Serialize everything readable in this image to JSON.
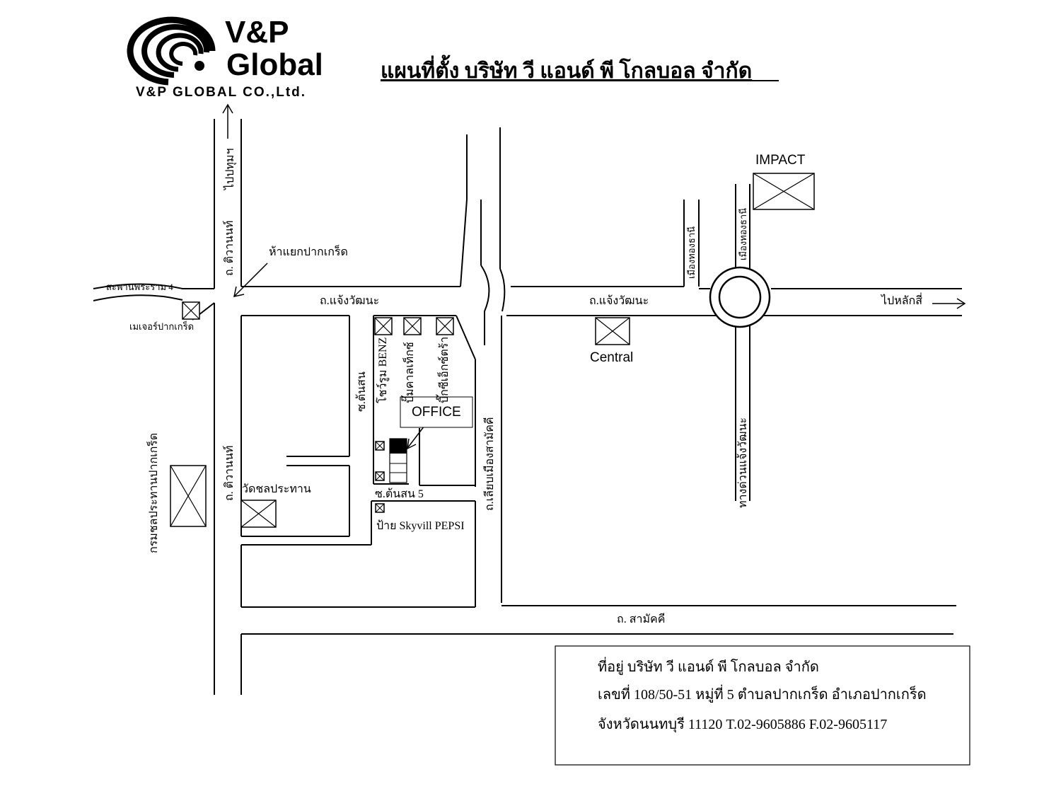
{
  "logo": {
    "brand_line1": "V&P",
    "brand_line2": "Global",
    "company_en": "V&P GLOBAL CO.,Ltd."
  },
  "title": "แผนที่ตั้ง บริษัท วี แอนด์ พี โกลบอล จำกัด",
  "roads": {
    "tiwanon_top": "ถ. ติวานนท์",
    "tiwanon_bottom": "ถ. ติวานนท์",
    "to_pathum": "ไปปทุมฯ",
    "chaengwattana_left": "ถ.แจ้งวัฒนะ",
    "chaengwattana_right": "ถ.แจ้งวัฒนะ",
    "rama4_bridge": "สะพานพระราม 4",
    "soi_tonson": "ซ.ต้นสน",
    "soi_tonson5": "ซ.ต้นสน 5",
    "liang_muang_samakkhi": "ถ.เลียบเมืองสามัคคี",
    "samakkhi": "ถ. สามัคคี",
    "muang_thong_1": "เมืองทองธานี",
    "muang_thong_2": "เมืองทองธานี",
    "chaengwattana_expressway": "ทางด่วนแจ้งวัฒนะ",
    "to_laksi": "ไปหลักสี่"
  },
  "landmarks": {
    "pakkret_intersection": "ห้าแยกปากเกร็ด",
    "major_pakkret": "เมเจอร์ปากเกร็ด",
    "irrigation_dept": "กรมชลประทานปากเกร็ด",
    "wat_chonprathan": "วัดชลประทาน",
    "benz_showroom": "โชว์รูม BENZ",
    "caltex_station": "ปั๊มคาลเท็กซ์",
    "big_c": "บิ๊กซีเอ็กซ์ตร้า",
    "office": "OFFICE",
    "skyvill_sign": "ป้าย Skyvill PEPSI",
    "central": "Central",
    "impact": "IMPACT"
  },
  "address": {
    "line1": "ที่อยู่  บริษัท วี แอนด์ พี โกลบอล จำกัด",
    "line2": "เลขที่ 108/50-51 หมู่ที่ 5  ตำบลปากเกร็ด อำเภอปากเกร็ด",
    "line3": "จังหวัดนนทบุรี 11120  T.02-9605886  F.02-9605117"
  }
}
